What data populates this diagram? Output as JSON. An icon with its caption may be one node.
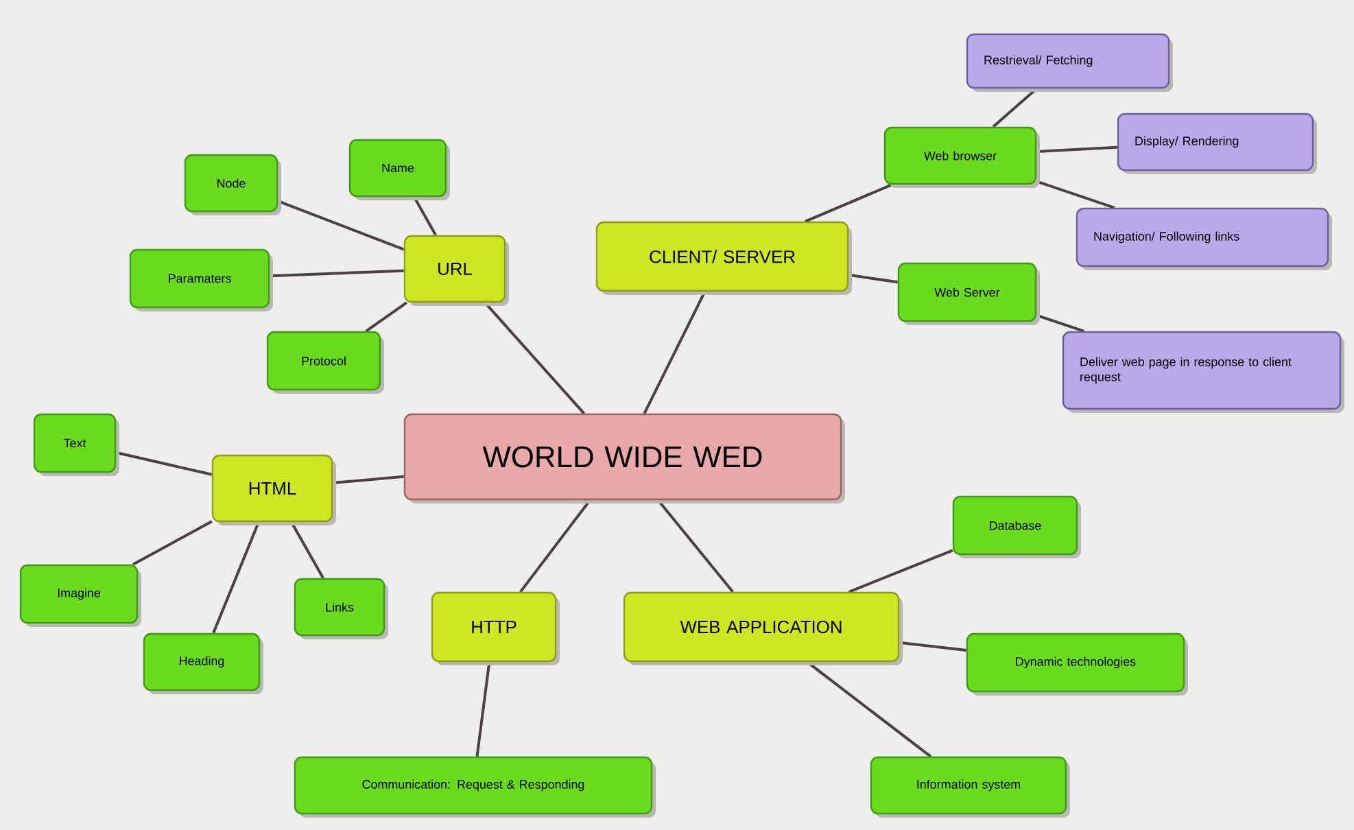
{
  "diagram": {
    "nodes": [
      {
        "text": [
          "WORLD WIDE WED"
        ]
      },
      {
        "text": [
          "URL"
        ]
      },
      {
        "text": [
          "Node"
        ]
      },
      {
        "text": [
          "Name"
        ]
      },
      {
        "text": [
          "Paramaters"
        ]
      },
      {
        "text": [
          "Protocol"
        ]
      },
      {
        "text": [
          "CLIENT/ SERVER"
        ]
      },
      {
        "text": [
          "Web browser"
        ]
      },
      {
        "text": [
          "Restrieval/ Fetching"
        ]
      },
      {
        "text": [
          "Display/ Rendering"
        ]
      },
      {
        "text": [
          "Navigation/ Following links"
        ]
      },
      {
        "text": [
          "Web Server"
        ]
      },
      {
        "text": [
          "Deliver web page in response to client request"
        ]
      },
      {
        "text": [
          "HTML"
        ]
      },
      {
        "text": [
          "Text"
        ]
      },
      {
        "text": [
          "Imagine"
        ]
      },
      {
        "text": [
          "Heading"
        ]
      },
      {
        "text": [
          "Links"
        ]
      },
      {
        "text": [
          "HTTP"
        ]
      },
      {
        "text": [
          "Communication: Request & Responding"
        ]
      },
      {
        "text": [
          "WEB APPLICATION"
        ]
      },
      {
        "text": [
          "Database"
        ]
      },
      {
        "text": [
          "Dynamic technologies"
        ]
      },
      {
        "text": [
          "Information system"
        ]
      }
    ],
    "edges": [
      {
        "from": 0,
        "to": 1,
        "arrow": "none"
      },
      {
        "from": 1,
        "to": 2,
        "arrow": "none"
      },
      {
        "from": 1,
        "to": 3,
        "arrow": "none"
      },
      {
        "from": 1,
        "to": 4,
        "arrow": "none"
      },
      {
        "from": 1,
        "to": 5,
        "arrow": "none"
      },
      {
        "from": 0,
        "to": 6,
        "arrow": "none"
      },
      {
        "from": 6,
        "to": 7,
        "arrow": "none"
      },
      {
        "from": 7,
        "to": 8,
        "arrow": "none"
      },
      {
        "from": 7,
        "to": 9,
        "arrow": "none"
      },
      {
        "from": 7,
        "to": 10,
        "arrow": "none"
      },
      {
        "from": 6,
        "to": 11,
        "arrow": "none"
      },
      {
        "from": 11,
        "to": 12,
        "arrow": "none"
      },
      {
        "from": 0,
        "to": 13,
        "arrow": "none"
      },
      {
        "from": 13,
        "to": 14,
        "arrow": "none"
      },
      {
        "from": 13,
        "to": 15,
        "arrow": "none"
      },
      {
        "from": 13,
        "to": 16,
        "arrow": "none"
      },
      {
        "from": 13,
        "to": 17,
        "arrow": "none"
      },
      {
        "from": 0,
        "to": 18,
        "arrow": "none"
      },
      {
        "from": 18,
        "to": 19,
        "arrow": "none"
      },
      {
        "from": 0,
        "to": 20,
        "arrow": "none"
      },
      {
        "from": 20,
        "to": 21,
        "arrow": "none"
      },
      {
        "from": 20,
        "to": 22,
        "arrow": "none"
      },
      {
        "from": 20,
        "to": 23,
        "arrow": "none"
      }
    ]
  }
}
